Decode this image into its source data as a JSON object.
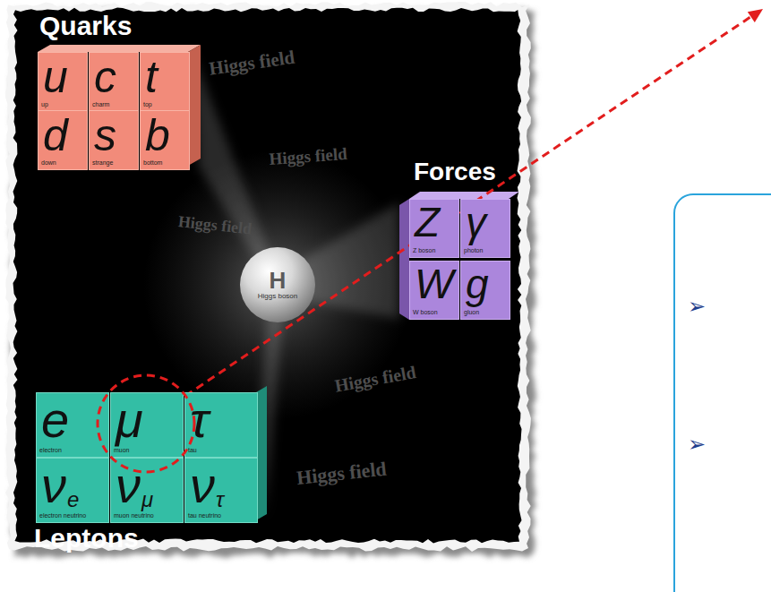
{
  "diagram": {
    "nodes": [
      {
        "text": [
          "u",
          "up"
        ]
      },
      {
        "text": [
          "c",
          "charm"
        ]
      },
      {
        "text": [
          "t",
          "top"
        ]
      },
      {
        "text": [
          "d",
          "down"
        ]
      },
      {
        "text": [
          "s",
          "strange"
        ]
      },
      {
        "text": [
          "b",
          "bottom"
        ]
      },
      {
        "text": [
          "Z",
          "Z boson"
        ]
      },
      {
        "text": [
          "γ",
          "photon"
        ]
      },
      {
        "text": [
          "W",
          "W boson"
        ]
      },
      {
        "text": [
          "g",
          "gluon"
        ]
      },
      {
        "text": [
          "H",
          "Higgs boson"
        ]
      },
      {
        "text": [
          "e",
          "electron"
        ]
      },
      {
        "text": [
          "μ",
          "muon"
        ]
      },
      {
        "text": [
          "τ",
          "tau"
        ]
      },
      {
        "text": [
          "ν",
          "e",
          "electron neutrino"
        ]
      },
      {
        "text": [
          "ν",
          "μ",
          "muon neutrino"
        ]
      },
      {
        "text": [
          "ν",
          "τ",
          "tau neutrino"
        ]
      },
      {
        "text": [
          "➢",
          "➢"
        ]
      }
    ],
    "labels": [
      "Quarks",
      "Forces",
      "Leptons",
      "Higgs field",
      "Higgs field",
      "Higgs field",
      "Higgs field",
      "Higgs field"
    ]
  }
}
